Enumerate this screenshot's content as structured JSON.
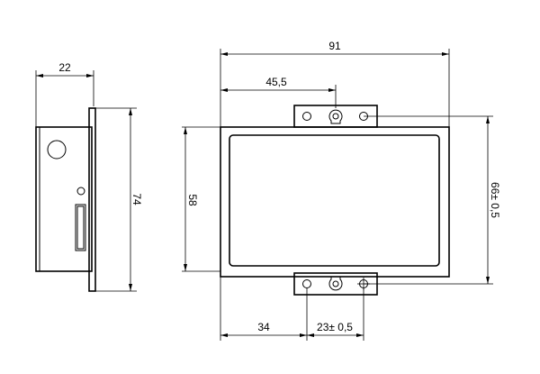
{
  "dimensions": {
    "side_width": "22",
    "side_height": "74",
    "total_width": "91",
    "hole_offset": "45,5",
    "body_height": "58",
    "hole_spacing": "66± 0,5",
    "bottom_left": "34",
    "bottom_spacing": "23± 0,5"
  }
}
